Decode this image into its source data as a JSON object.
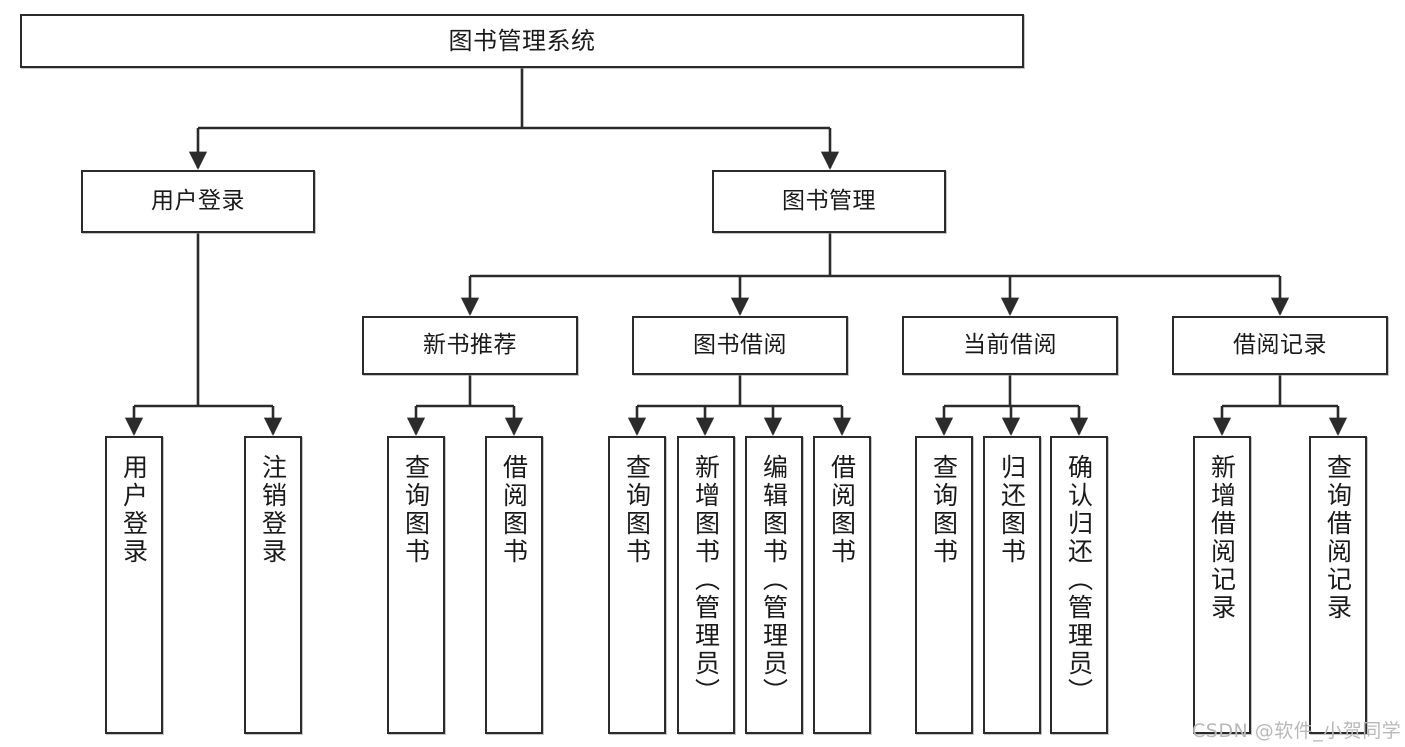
{
  "diagram": {
    "title": "图书管理系统",
    "type": "hierarchy-tree",
    "colors": {
      "box_border": "#2b2b2b",
      "box_fill": "#ffffff",
      "edge": "#2b2b2b",
      "text": "#1a1a1a",
      "watermark": "#b9b9b9",
      "background": "#ffffff"
    },
    "watermark": "CSDN @软件_小贺同学"
  },
  "nodes": {
    "root": {
      "label": "图书管理系统"
    },
    "level2": [
      {
        "id": "user-login",
        "label": "用户登录"
      },
      {
        "id": "book-management",
        "label": "图书管理"
      }
    ],
    "level3": [
      {
        "id": "new-book-recommend",
        "label": "新书推荐"
      },
      {
        "id": "book-borrow",
        "label": "图书借阅"
      },
      {
        "id": "current-borrow",
        "label": "当前借阅"
      },
      {
        "id": "borrow-record",
        "label": "借阅记录"
      }
    ],
    "leaves": {
      "user-login": [
        {
          "id": "leaf-user-login",
          "label": "用户登录"
        },
        {
          "id": "leaf-user-logout",
          "label": "注销登录"
        }
      ],
      "new-book-recommend": [
        {
          "id": "leaf-query-book-1",
          "label": "查询图书"
        },
        {
          "id": "leaf-borrow-book-1",
          "label": "借阅图书"
        }
      ],
      "book-borrow": [
        {
          "id": "leaf-query-book-2",
          "label": "查询图书"
        },
        {
          "id": "leaf-add-book",
          "label": "新增图书（管理员）"
        },
        {
          "id": "leaf-edit-book",
          "label": "编辑图书（管理员）"
        },
        {
          "id": "leaf-borrow-book-2",
          "label": "借阅图书"
        }
      ],
      "current-borrow": [
        {
          "id": "leaf-query-book-3",
          "label": "查询图书"
        },
        {
          "id": "leaf-return-book",
          "label": "归还图书"
        },
        {
          "id": "leaf-confirm-return",
          "label": "确认归还（管理员）"
        }
      ],
      "borrow-record": [
        {
          "id": "leaf-add-record",
          "label": "新增借阅记录"
        },
        {
          "id": "leaf-query-record",
          "label": "查询借阅记录"
        }
      ]
    }
  }
}
